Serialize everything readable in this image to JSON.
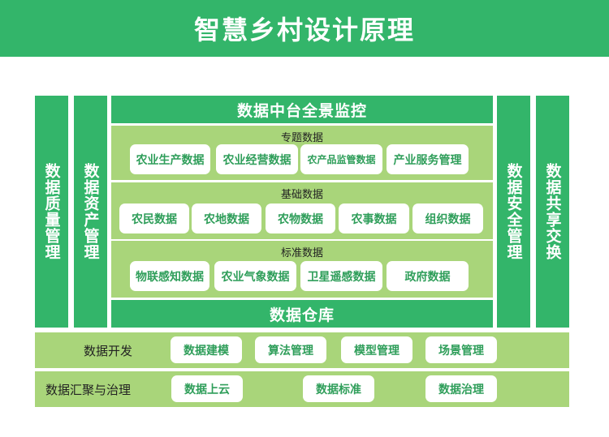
{
  "title": "智慧乡村设计原理",
  "left_columns": [
    "数据质量管理",
    "数据资产管理"
  ],
  "right_columns": [
    "数据安全管理",
    "数据共享交换"
  ],
  "top_bar": "数据中台全景监控",
  "topic_data": {
    "title": "专题数据",
    "items": [
      "农业生产数据",
      "农业经营数据",
      "农产品监管数据",
      "产业服务管理"
    ]
  },
  "base_data": {
    "title": "基础数据",
    "items": [
      "农民数据",
      "农地数据",
      "农物数据",
      "农事数据",
      "组织数据"
    ]
  },
  "standard_data": {
    "title": "标准数据",
    "items": [
      "物联感知数据",
      "农业气象数据",
      "卫星遥感数据",
      "政府数据"
    ]
  },
  "bottom_bar": "数据仓库",
  "dev_row": {
    "label": "数据开发",
    "items": [
      "数据建模",
      "算法管理",
      "模型管理",
      "场景管理"
    ]
  },
  "gov_row": {
    "label": "数据汇聚与治理",
    "items": [
      "数据上云",
      "数据标准",
      "数据治理"
    ]
  }
}
